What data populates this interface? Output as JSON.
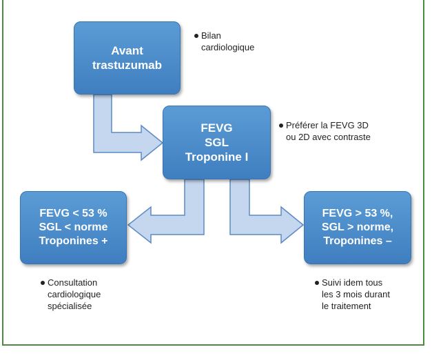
{
  "boxes": {
    "avant": {
      "lines": [
        "Avant",
        "trastuzumab"
      ]
    },
    "fevg": {
      "lines": [
        "FEVG",
        "SGL",
        "Troponine I"
      ]
    },
    "left": {
      "lines": [
        "FEVG < 53 %",
        "SGL < norme",
        "Troponines +"
      ]
    },
    "right": {
      "lines": [
        "FEVG > 53 %,",
        "SGL > norme,",
        "Troponines –"
      ]
    }
  },
  "notes": {
    "bilan": [
      "Bilan",
      "cardiologique"
    ],
    "fevg": [
      "Préférer la FEVG 3D",
      "ou 2D avec contraste"
    ],
    "left": [
      "Consultation",
      "cardiologique",
      "spécialisée"
    ],
    "right": [
      "Suivi idem tous",
      "les 3 mois durant",
      "le traitement"
    ]
  },
  "colors": {
    "box_fill": "#4f8fcf",
    "arrow_fill": "#c5d6ef",
    "arrow_stroke": "#5b8ac4",
    "frame": "#4a8a3c"
  }
}
